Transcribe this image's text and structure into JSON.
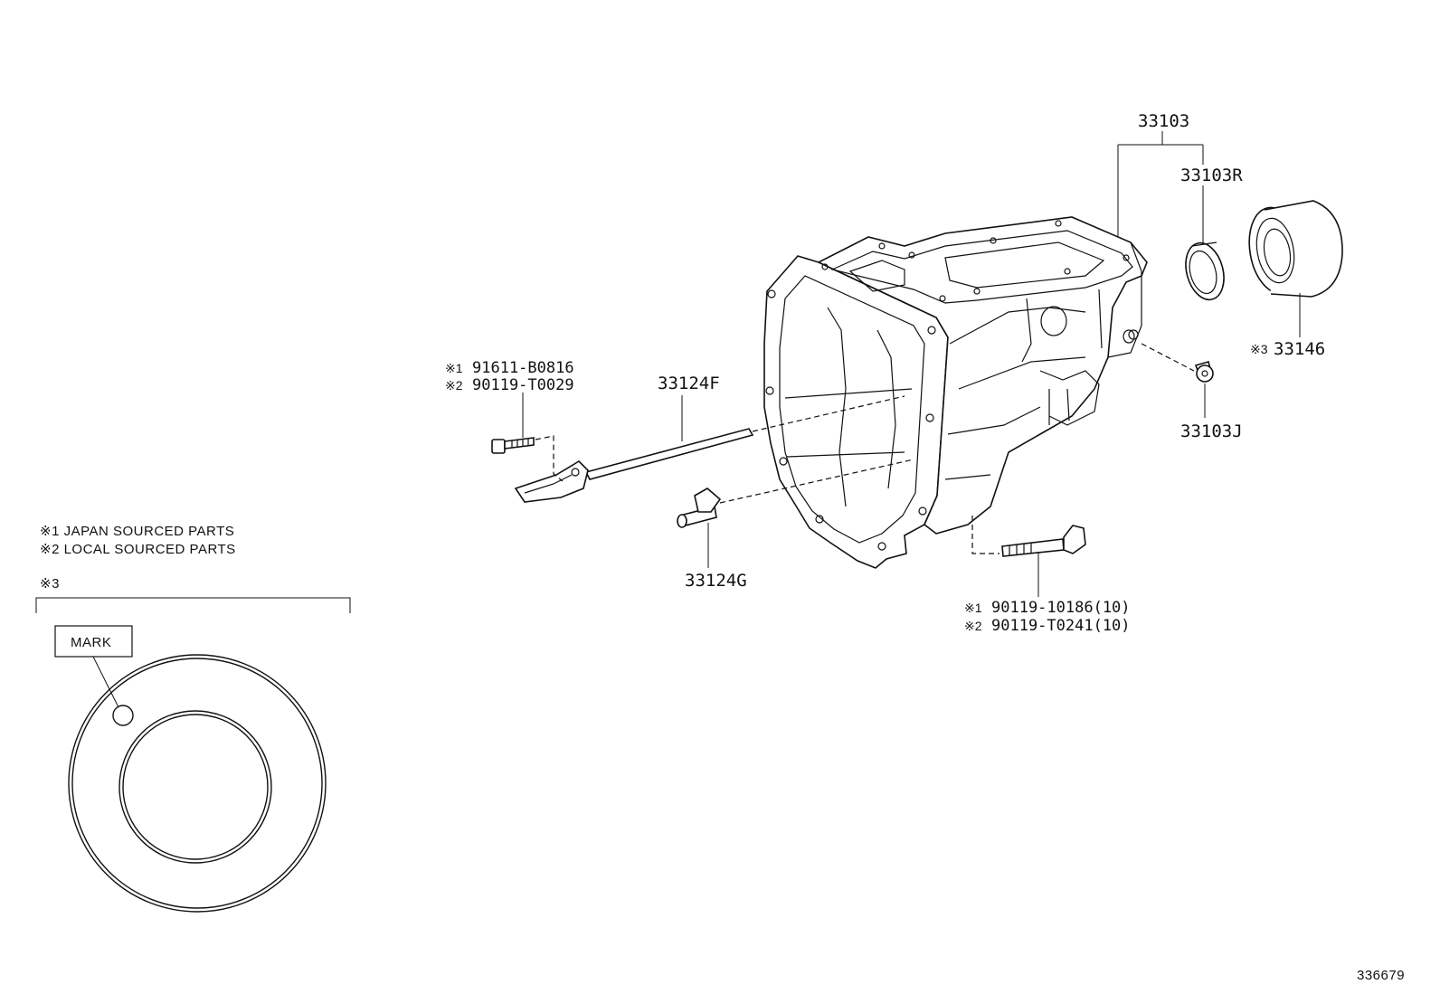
{
  "notes": {
    "japan": "※1 JAPAN SOURCED PARTS",
    "local": "※2 LOCAL SOURCED PARTS",
    "ref3": "※3",
    "mark_label": "MARK"
  },
  "parts": {
    "p33103": "33103",
    "p33103R": "33103R",
    "p33146_prefix": "※3",
    "p33146": "33146",
    "p33103J": "33103J",
    "p33124F": "33124F",
    "p33124G": "33124G",
    "bolt_small_1_prefix": "※1",
    "bolt_small_1": "91611-B0816",
    "bolt_small_2_prefix": "※2",
    "bolt_small_2": "90119-T0029",
    "bolt_long_1_prefix": "※1",
    "bolt_long_1": "90119-10186(10)",
    "bolt_long_2_prefix": "※2",
    "bolt_long_2": "90119-T0241(10)"
  },
  "diagram_id": "336679",
  "icons": [
    "transmission-case-icon",
    "oil-seal-icon",
    "bearing-retainer-icon",
    "plug-icon",
    "shaft-icon",
    "bolt-icon",
    "thrust-washer-icon"
  ]
}
